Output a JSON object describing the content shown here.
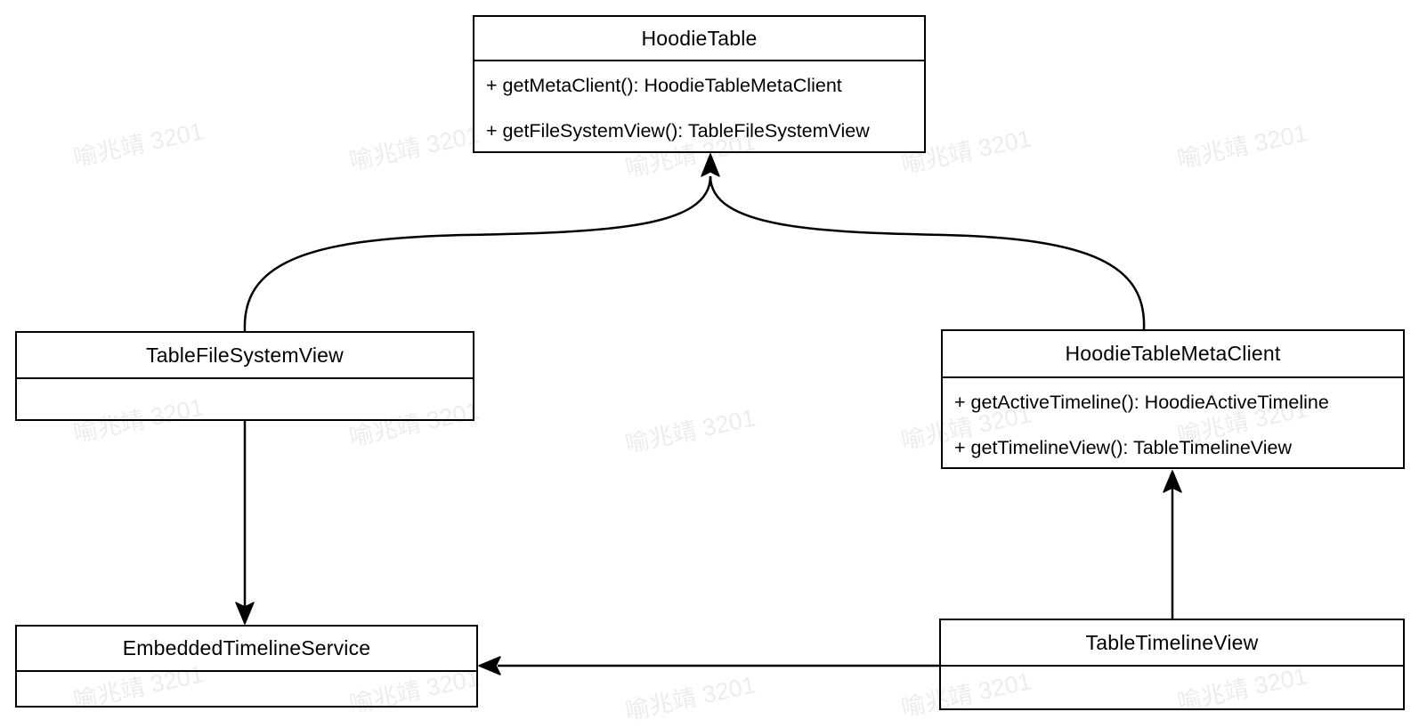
{
  "watermark": {
    "text": "喻兆靖 3201",
    "color": "rgba(0,0,0,0.075)"
  },
  "diagram": {
    "type": "uml-class-diagram",
    "line_color": "#000000",
    "background_color": "#ffffff",
    "classes": [
      {
        "name": "HoodieTable",
        "methods": [
          "+ getMetaClient(): HoodieTableMetaClient",
          "+ getFileSystemView(): TableFileSystemView"
        ]
      },
      {
        "name": "TableFileSystemView",
        "methods": []
      },
      {
        "name": "HoodieTableMetaClient",
        "methods": [
          "+ getActiveTimeline(): HoodieActiveTimeline",
          "+ getTimelineView(): TableTimelineView"
        ]
      },
      {
        "name": "EmbeddedTimelineService",
        "methods": []
      },
      {
        "name": "TableTimelineView",
        "methods": []
      }
    ],
    "relations": [
      {
        "from": "TableFileSystemView",
        "to": "HoodieTable",
        "style": "curved, solid arrowhead pointing to HoodieTable bottom"
      },
      {
        "from": "HoodieTableMetaClient",
        "to": "HoodieTable",
        "style": "curved, solid arrowhead pointing to HoodieTable bottom"
      },
      {
        "from": "TableFileSystemView",
        "to": "EmbeddedTimelineService",
        "style": "straight vertical, solid arrowhead pointing down"
      },
      {
        "from": "TableTimelineView",
        "to": "HoodieTableMetaClient",
        "style": "straight vertical, solid arrowhead pointing up"
      },
      {
        "from": "TableTimelineView",
        "to": "EmbeddedTimelineService",
        "style": "straight horizontal, solid arrowhead pointing left"
      }
    ]
  }
}
